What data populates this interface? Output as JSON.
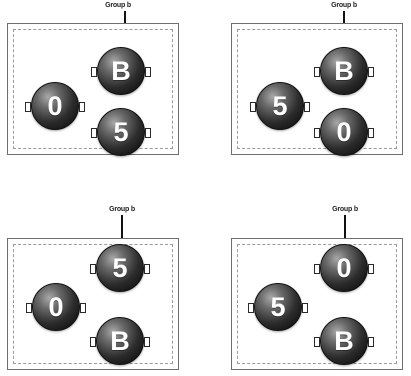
{
  "panels": [
    {
      "group_label": "Group b",
      "top_node": "B",
      "left_node": "0",
      "bottom_node": "5"
    },
    {
      "group_label": "Group b",
      "top_node": "B",
      "left_node": "5",
      "bottom_node": "0"
    },
    {
      "group_label": "Group b",
      "top_node": "5",
      "left_node": "0",
      "bottom_node": "B"
    },
    {
      "group_label": "Group b",
      "top_node": "0",
      "left_node": "5",
      "bottom_node": "B"
    }
  ],
  "colors": {
    "node_dark": "#1a1a1a",
    "node_light": "#a9a9a9",
    "frame": "#6f6f6f",
    "inner_dashed": "#9a9a9a"
  }
}
